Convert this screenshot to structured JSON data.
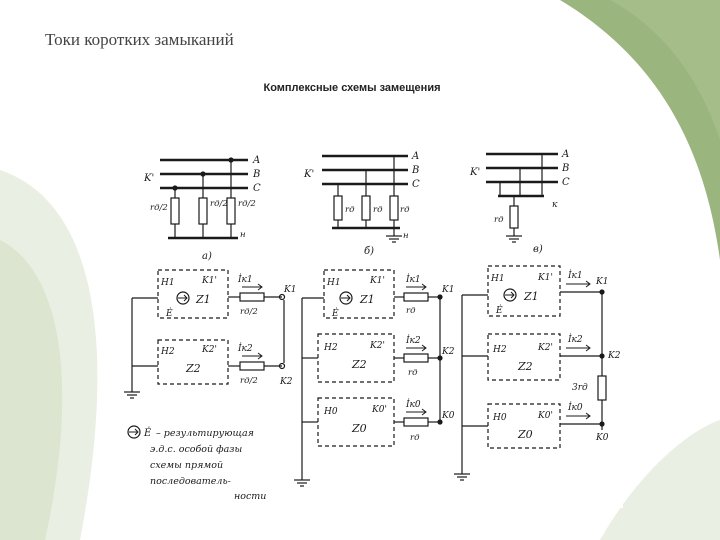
{
  "slide": {
    "title": "Токи коротких замыканий",
    "accent_color": "#8aa868"
  },
  "figure": {
    "title": "Комплексные схемы замещения",
    "phase_labels": [
      "A",
      "B",
      "C"
    ],
    "fault_point_label": "K'",
    "sub_labels": [
      "а)",
      "б)",
      "в)"
    ],
    "top": {
      "a": {
        "resistor_labels": [
          "rд/2",
          "rд/2",
          "rд/2"
        ],
        "extra_label": "н"
      },
      "b": {
        "resistor_labels": [
          "rд",
          "rд",
          "rд"
        ],
        "ground_label": "н"
      },
      "c": {
        "resistor_label": "rд",
        "ground_label": "к"
      }
    },
    "nets": {
      "a": [
        {
          "H": "H1",
          "K": "K1'",
          "Z": "Z1",
          "I": "İк1",
          "r": "rд/2",
          "out": "K1",
          "emf": "Ė"
        },
        {
          "H": "H2",
          "K": "K2'",
          "Z": "Z2",
          "I": "İк2",
          "r": "rд/2",
          "out": "K2"
        }
      ],
      "b": [
        {
          "H": "H1",
          "K": "K1'",
          "Z": "Z1",
          "I": "İк1",
          "r": "rд",
          "out": "K1",
          "emf": "Ė"
        },
        {
          "H": "H2",
          "K": "K2'",
          "Z": "Z2",
          "I": "İк2",
          "r": "rд",
          "out": "K2"
        },
        {
          "H": "H0",
          "K": "K0'",
          "Z": "Z0",
          "I": "İк0",
          "r": "rд",
          "out": "K0"
        }
      ],
      "c": [
        {
          "H": "H1",
          "K": "K1'",
          "Z": "Z1",
          "I": "İк1",
          "out": "K1",
          "emf": "Ė"
        },
        {
          "H": "H2",
          "K": "K2'",
          "Z": "Z2",
          "I": "İк2",
          "out": "K2"
        },
        {
          "H": "H0",
          "K": "K0'",
          "Z": "Z0",
          "I": "İк0",
          "out": "K0"
        }
      ],
      "c_resistor_label": "3rд"
    },
    "legend": {
      "symbol": "Ė",
      "lines": [
        "– результирующая",
        "э.д.с. особой фазы",
        "схемы прямой",
        "последователь-",
        "ности"
      ]
    }
  }
}
